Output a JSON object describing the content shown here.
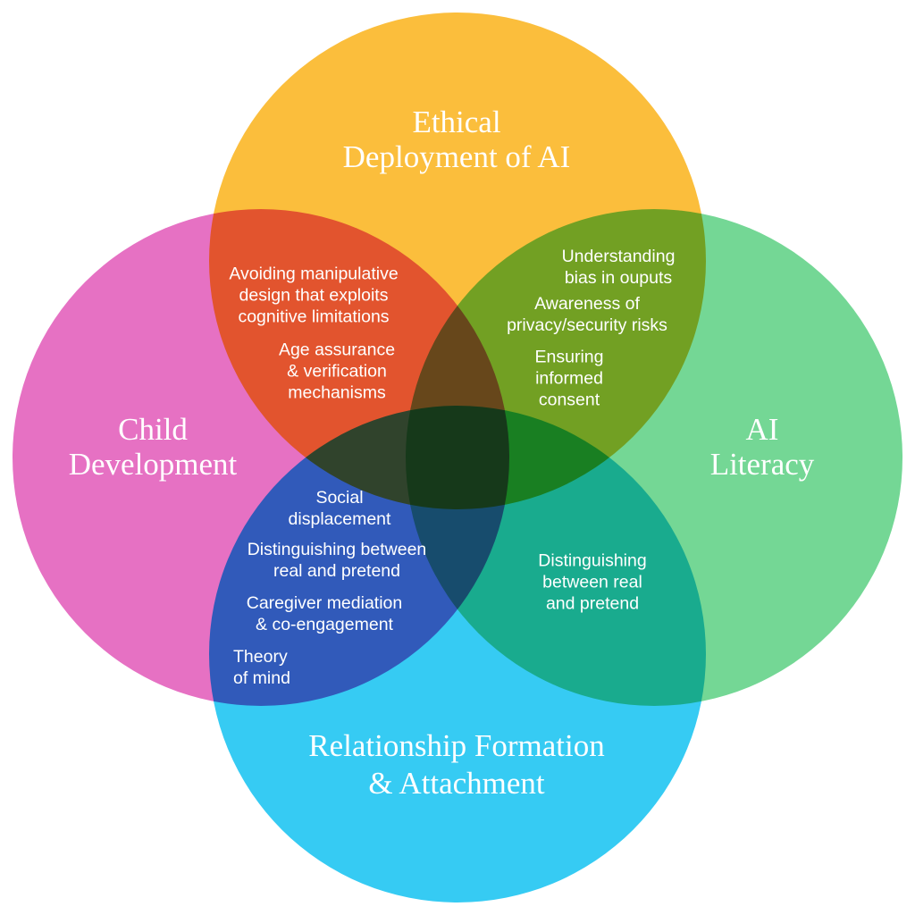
{
  "venn": {
    "background_color": "#FFFFFF",
    "text_color": "#FFFFFF",
    "circles": [
      {
        "id": "ethical-deployment",
        "label": "Ethical\nDeployment of AI",
        "color": "#FBBE3C"
      },
      {
        "id": "child-development",
        "label": "Child\nDevelopment",
        "color": "#E671C3"
      },
      {
        "id": "ai-literacy",
        "label": "AI\nLiteracy",
        "color": "#74D795"
      },
      {
        "id": "relationship-attachment",
        "label": "Relationship Formation\n& Attachment",
        "color": "#36CBF3"
      }
    ],
    "overlaps": [
      {
        "id": "ethical-child",
        "between": [
          "Ethical Deployment of AI",
          "Child Development"
        ],
        "observed_color": "#E0592D",
        "items": [
          {
            "text": "Avoiding manipulative\ndesign that exploits\ncognitive limitations"
          },
          {
            "text": "Age assurance\n& verification\nmechanisms"
          }
        ]
      },
      {
        "id": "ethical-literacy",
        "between": [
          "Ethical Deployment of AI",
          "AI Literacy"
        ],
        "observed_color": "#6B9B29",
        "items": [
          {
            "text": "Understanding\nbias in ouputs"
          },
          {
            "text": "Awareness of\nprivacy/security risks"
          },
          {
            "text": "Ensuring\ninformed\nconsent"
          }
        ]
      },
      {
        "id": "child-relationship",
        "between": [
          "Child Development",
          "Relationship Formation & Attachment"
        ],
        "observed_color": "#3A63B5",
        "items": [
          {
            "text": "Social\ndisplacement"
          },
          {
            "text": "Distinguishing between\nreal and pretend"
          },
          {
            "text": "Caregiver mediation\n& co-engagement"
          },
          {
            "text": "Theory\nof mind"
          }
        ]
      },
      {
        "id": "literacy-relationship",
        "between": [
          "AI Literacy",
          "Relationship Formation & Attachment"
        ],
        "observed_color": "#17A88E",
        "items": [
          {
            "text": "Distinguishing\nbetween real\nand pretend"
          }
        ]
      }
    ]
  }
}
